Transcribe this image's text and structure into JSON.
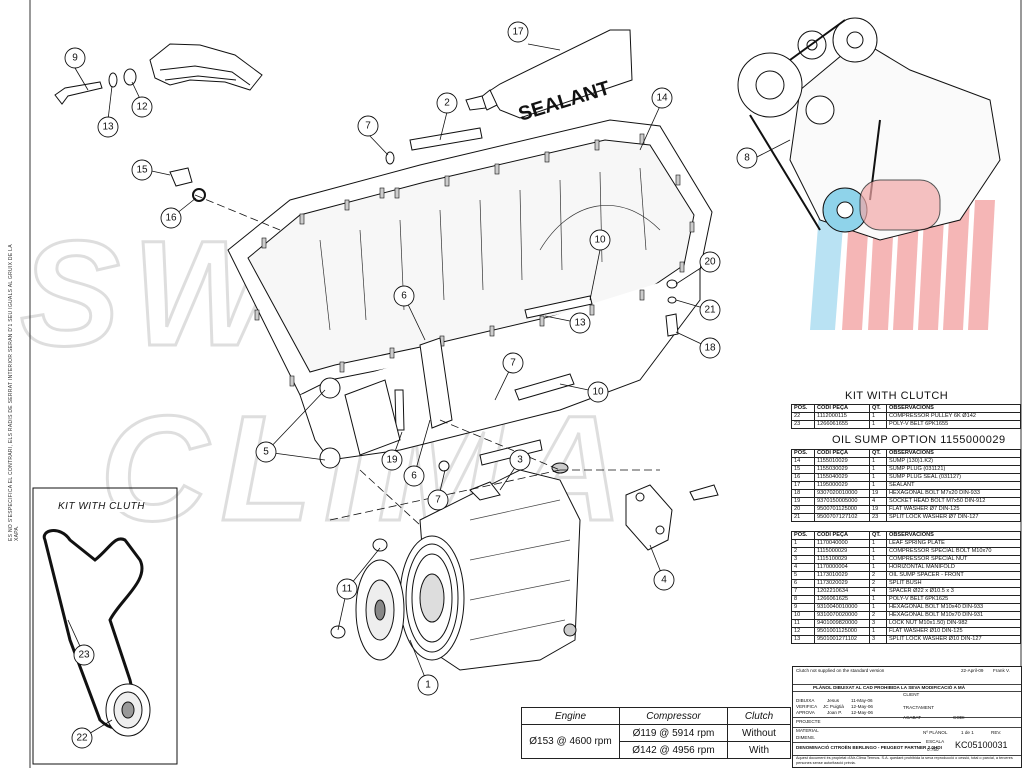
{
  "callouts": [
    {
      "n": "1"
    },
    {
      "n": "2"
    },
    {
      "n": "3"
    },
    {
      "n": "4"
    },
    {
      "n": "5"
    },
    {
      "n": "6"
    },
    {
      "n": "6"
    },
    {
      "n": "7"
    },
    {
      "n": "7"
    },
    {
      "n": "7"
    },
    {
      "n": "8"
    },
    {
      "n": "9"
    },
    {
      "n": "10"
    },
    {
      "n": "10"
    },
    {
      "n": "11"
    },
    {
      "n": "12"
    },
    {
      "n": "13"
    },
    {
      "n": "13"
    },
    {
      "n": "14"
    },
    {
      "n": "15"
    },
    {
      "n": "16"
    },
    {
      "n": "17"
    },
    {
      "n": "18"
    },
    {
      "n": "19"
    },
    {
      "n": "20"
    },
    {
      "n": "21"
    },
    {
      "n": "22"
    },
    {
      "n": "23"
    }
  ],
  "sealant_label": "SEALANT",
  "watermark": "SWISS CLIMA",
  "kit_clutch_table": {
    "title": "KIT WITH CLUTCH",
    "headers": [
      "POS.",
      "CODI PEÇA",
      "QT.",
      "OBSERVACIONS"
    ],
    "rows": [
      [
        "22",
        "1112000115",
        "1",
        "COMPRESSOR PULLEY 6K Ø142"
      ],
      [
        "23",
        "1266061655",
        "1",
        "POLY-V BELT 6PK1655"
      ]
    ]
  },
  "oil_sump_table": {
    "title": "OIL SUMP OPTION 1155000029",
    "headers": [
      "POS.",
      "CODI PEÇA",
      "QT.",
      "OBSERVACIONS"
    ],
    "rows": [
      [
        "14",
        "1155010029",
        "1",
        "SUMP (130)1.K2)"
      ],
      [
        "15",
        "1155030029",
        "1",
        "SUMP PLUG (031121)"
      ],
      [
        "16",
        "1155040029",
        "1",
        "SUMP PLUG SEAL (031127)"
      ],
      [
        "17",
        "1195000029",
        "1",
        "SEALANT"
      ],
      [
        "18",
        "9307020010000",
        "19",
        "HEXAGONAL BOLT M7x20 DIN-933"
      ],
      [
        "19",
        "9370150005000",
        "4",
        "SOCKET HEAD BOLT M7x50 DIN-912"
      ],
      [
        "20",
        "9500701125000",
        "19",
        "FLAT WASHER Ø7 DIN-125"
      ],
      [
        "21",
        "9500707127102",
        "23",
        "SPLIT LOCK WASHER Ø7 DIN-127"
      ]
    ]
  },
  "main_table": {
    "headers": [
      "POS.",
      "CODI PEÇA",
      "QT.",
      "OBSERVACIONS"
    ],
    "rows": [
      [
        "1",
        "1170040000",
        "1",
        "LEAF SPRING PLATE"
      ],
      [
        "2",
        "1115000029",
        "1",
        "COMPRESSOR SPECIAL BOLT M10x70"
      ],
      [
        "3",
        "1115100029",
        "1",
        "COMPRESSOR SPECIAL NUT"
      ],
      [
        "4",
        "1170000004",
        "1",
        "HORIZONTAL MANIFOLD"
      ],
      [
        "5",
        "1173010029",
        "2",
        "OIL SUMP SPACER - FRONT"
      ],
      [
        "6",
        "1173020029",
        "2",
        "SPLIT BUSH"
      ],
      [
        "7",
        "1202210634",
        "4",
        "SPACER Ø22 x Ø10.5 x 3"
      ],
      [
        "8",
        "1266061625",
        "1",
        "POLY-V BELT 6PK1625"
      ],
      [
        "9",
        "9310040010000",
        "1",
        "HEXAGONAL BOLT M10x40 DIN-933"
      ],
      [
        "10",
        "9310070020000",
        "2",
        "HEXAGONAL BOLT M10x70 DIN-931"
      ],
      [
        "11",
        "9401009820000",
        "3",
        "LOCK NUT M10x1.50) DIN-982"
      ],
      [
        "12",
        "9501001125000",
        "1",
        "FLAT WASHER Ø10 DIN-125"
      ],
      [
        "13",
        "9501001271102",
        "3",
        "SPLIT LOCK WASHER Ø10 DIN-127"
      ]
    ]
  },
  "kit_cluth_label": "KIT WITH CLUTH",
  "spec_table": {
    "headers": [
      "Engine",
      "Compressor",
      "Clutch"
    ],
    "rows": [
      [
        "Ø153 @ 4600 rpm",
        "Ø119 @ 5914 rpm",
        "Without"
      ],
      [
        "",
        "Ø142 @ 4956 rpm",
        "With"
      ]
    ]
  },
  "title_block": {
    "mod_note": "Clutch not supplied on the standard version",
    "mod_date": "22-April-09",
    "mod_author": "Frank V.",
    "notice": "PLÀNOL DIBUIXAT AL CAD PROHIBIDA LA SEVA MODIFICACIÓ A MÀ",
    "dibuixa": "DIBUIXA",
    "verifica": "VERIFICA",
    "aprova": "APROVA",
    "client": "CLIENT",
    "tractament": "TRACTAMENT",
    "acabat": "ACABAT",
    "projecte": "PROJECTE",
    "material": "MATERIAL",
    "dimens": "DIMENS.",
    "codi": "CODI",
    "d1": "11-May-06",
    "d2": "12-May-06",
    "d3": "12-May-06",
    "p1": "Jesus",
    "p2": "JC Puigtià",
    "p3": "Joan P.",
    "denominacio": "DENOMINACIÓ CITROËN BERLINGO - PEUGEOT PARTNER 2.0HDI",
    "plano_n": "Nº PLÀNOL",
    "sheet": "1 de 1",
    "rev": "REV.",
    "escala": "ESCALA",
    "scale_value": "0.750",
    "drawing_code": "KC05100031",
    "footer": "Aquest document és propietat d'Air-Clima Termos. S.A. quedant prohibida la seva reproducció o cessió, total o parcial, a terceres persones sense autorització prèvia."
  },
  "side_note": "ES NO S'ESPECIFICA EL CONTRARI, ELS RADIS DE SERRAT INTERIOR SERAN D'1 SEU IGUALS AL GRUIX DE LA XAPA."
}
